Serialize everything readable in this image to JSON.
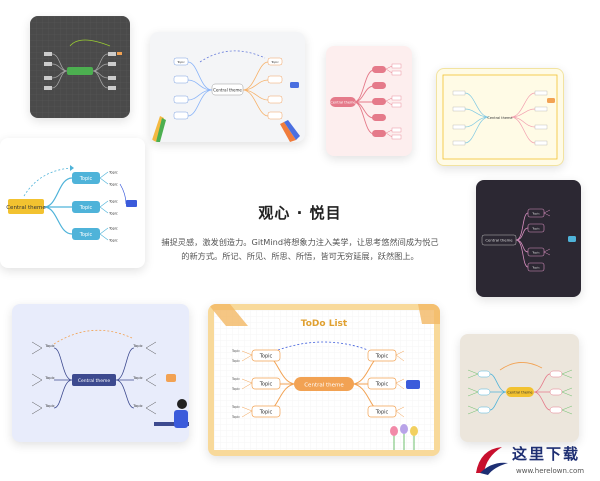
{
  "headline": "观心 · 悦目",
  "description": {
    "line1": "捕捉灵感，激发创造力。GitMind将想象力注入美学，让思考悠然间成为悦己",
    "line2": "的新方式。所记、所见、所思、所悟，皆可无穷延展，跃然图上。"
  },
  "labels": {
    "central_theme": "Central theme",
    "topic": "Topic",
    "todo_title": "ToDo List"
  },
  "watermark": {
    "name": "这里下载",
    "url": "www.herelown.com"
  },
  "colors": {
    "dark_card": "#4a4a4a",
    "purple_card": "#2c2833",
    "teal_accent": "#4fb3d9",
    "yellow_central": "#f2c230",
    "pink_accent": "#e57a8a",
    "navy_central": "#3d4a8f",
    "orange_accent": "#f2a253",
    "blue_tag": "#3b5bdb"
  }
}
